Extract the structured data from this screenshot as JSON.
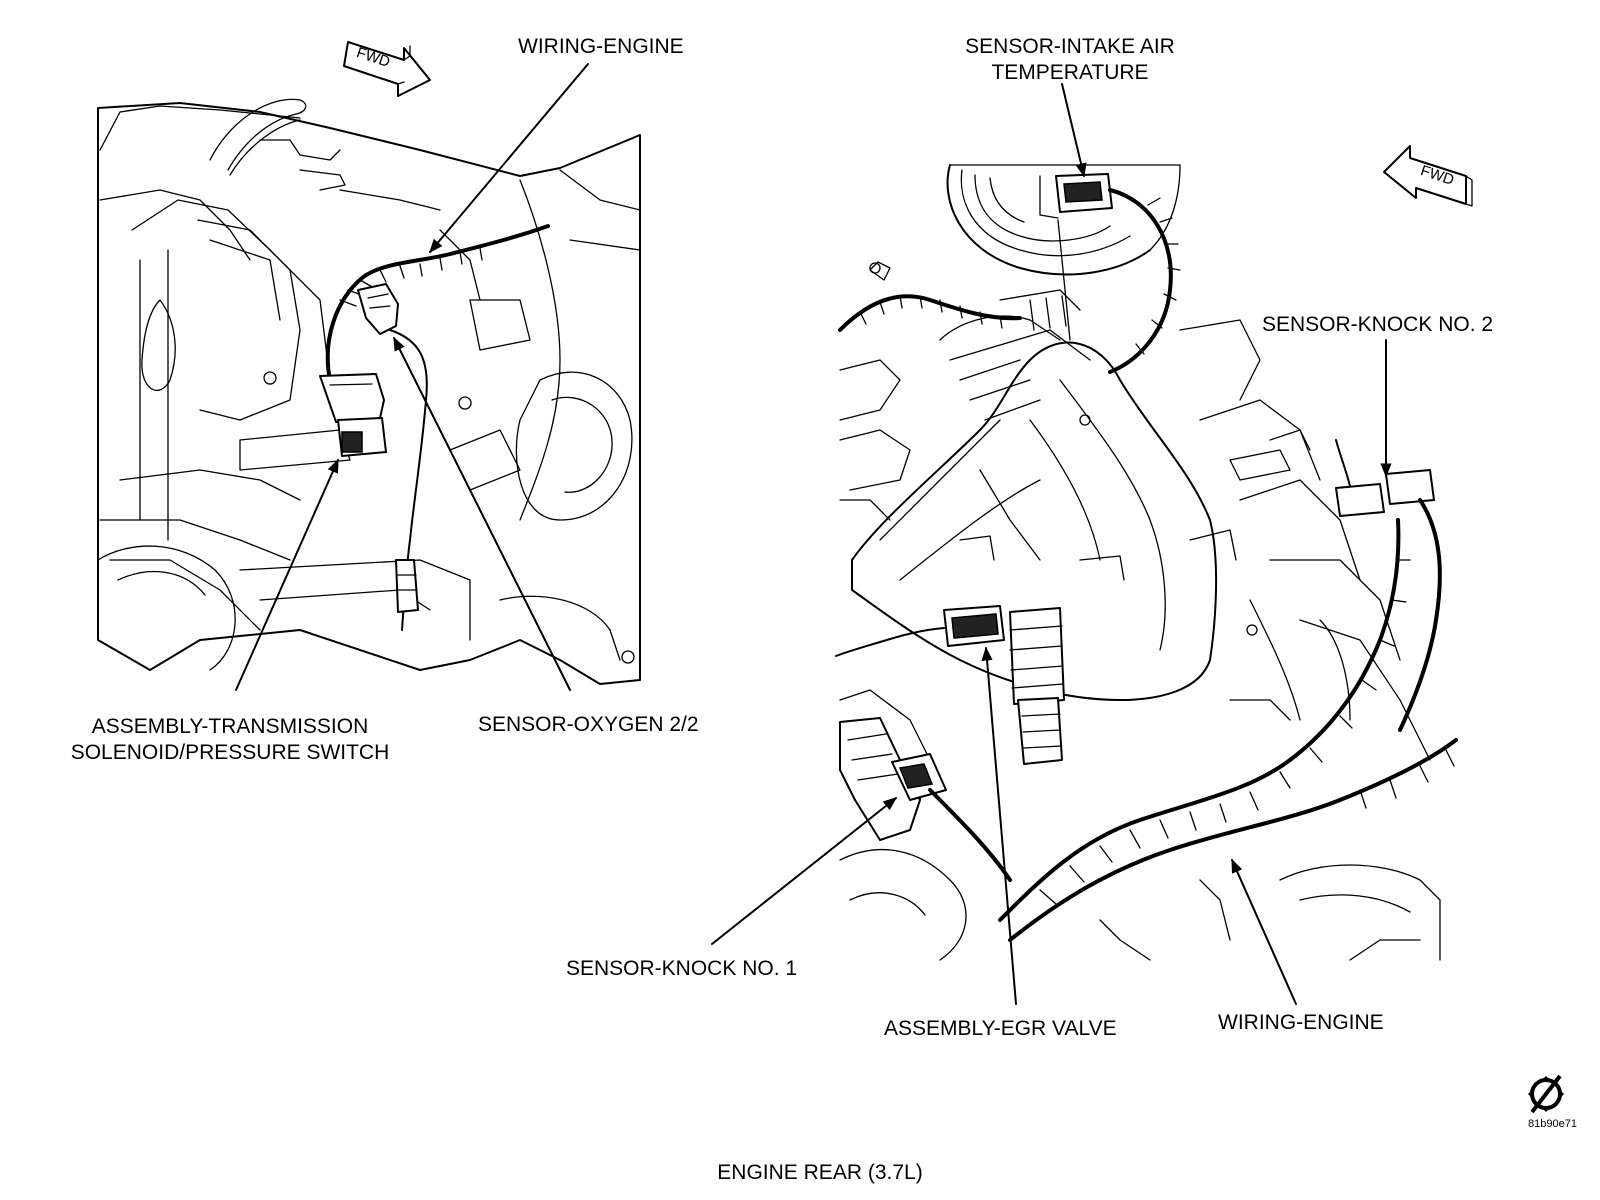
{
  "figure": {
    "caption": "ENGINE REAR (3.7L)",
    "code": "81b90e71"
  },
  "left_view": {
    "fwd_label": "FWD",
    "callouts": {
      "wiring_engine": "WIRING-ENGINE",
      "transmission_solenoid_line1": "ASSEMBLY-TRANSMISSION",
      "transmission_solenoid_line2": "SOLENOID/PRESSURE SWITCH",
      "oxygen_sensor": "SENSOR-OXYGEN 2/2"
    }
  },
  "right_view": {
    "fwd_label": "FWD",
    "callouts": {
      "iat_sensor_line1": "SENSOR-INTAKE AIR",
      "iat_sensor_line2": "TEMPERATURE",
      "knock_sensor_2": "SENSOR-KNOCK NO. 2",
      "knock_sensor_1": "SENSOR-KNOCK NO. 1",
      "egr_valve": "ASSEMBLY-EGR VALVE",
      "wiring_engine": "WIRING-ENGINE"
    }
  }
}
